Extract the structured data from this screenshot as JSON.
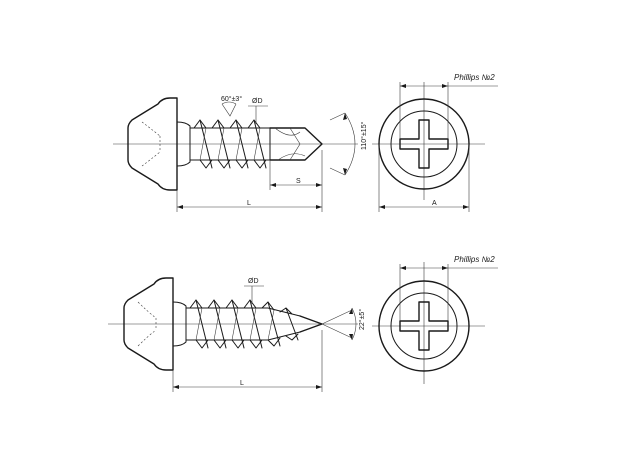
{
  "top_screw": {
    "drive_label": "Phillips №2",
    "point_angle_label": "110°±15°",
    "thread_angle_label": "60°±3°",
    "diameter_label": "ØD",
    "drill_length_label": "S",
    "length_label": "L",
    "head_diameter_label": "A"
  },
  "bottom_screw": {
    "drive_label": "Phillips №2",
    "point_angle_label": "22°±5°",
    "diameter_label": "ØD",
    "length_label": "L"
  }
}
